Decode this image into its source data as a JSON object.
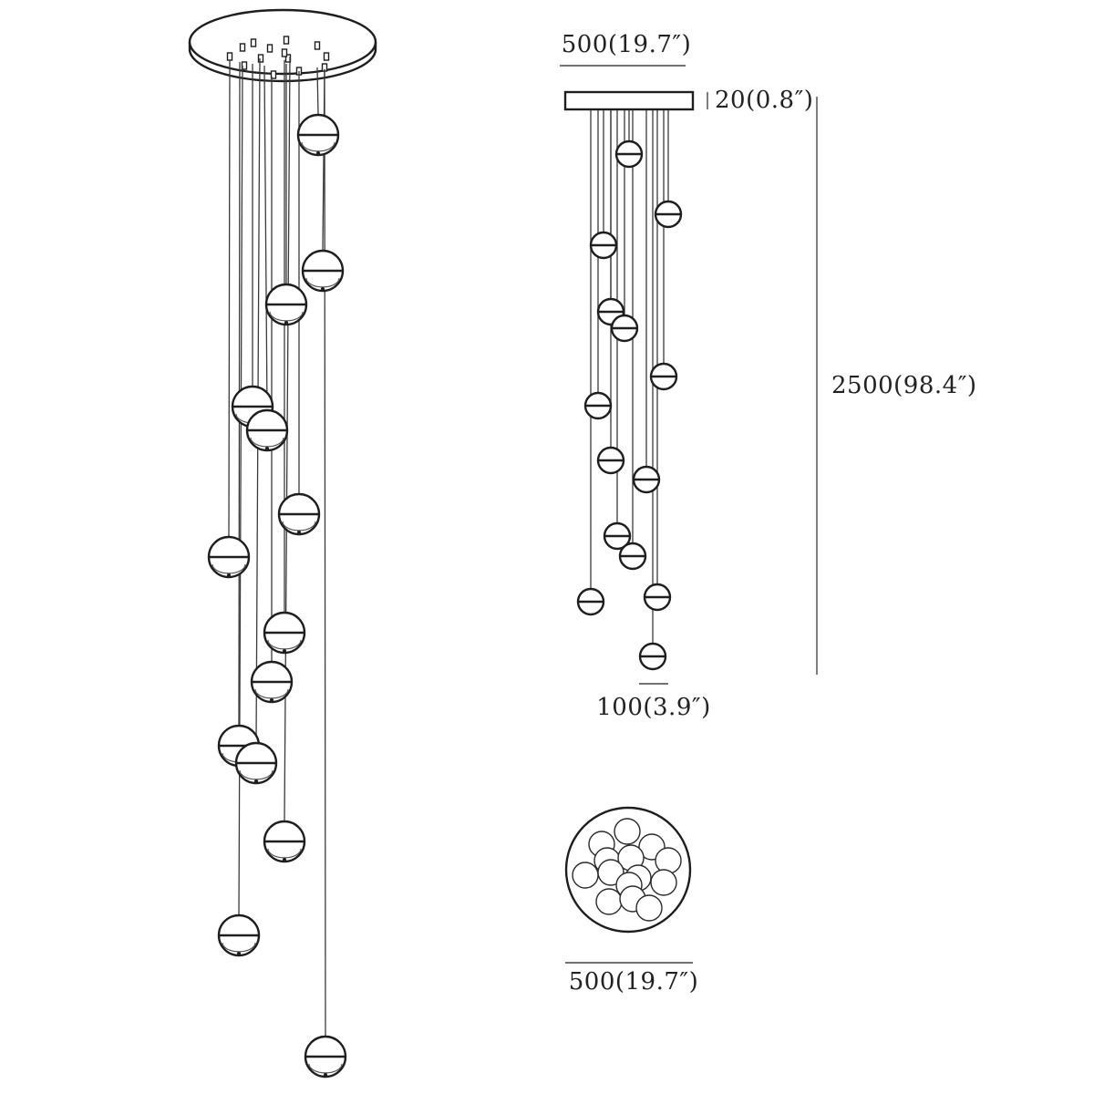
{
  "dimensions": {
    "top_width": "500(19.7″)",
    "canopy_thickness": "20(0.8″)",
    "total_height": "2500(98.4″)",
    "globe_diameter": "100(3.9″)",
    "bottom_diameter": "500(19.7″)"
  },
  "colors": {
    "line": "#1e1e1e",
    "background": "#ffffff"
  }
}
